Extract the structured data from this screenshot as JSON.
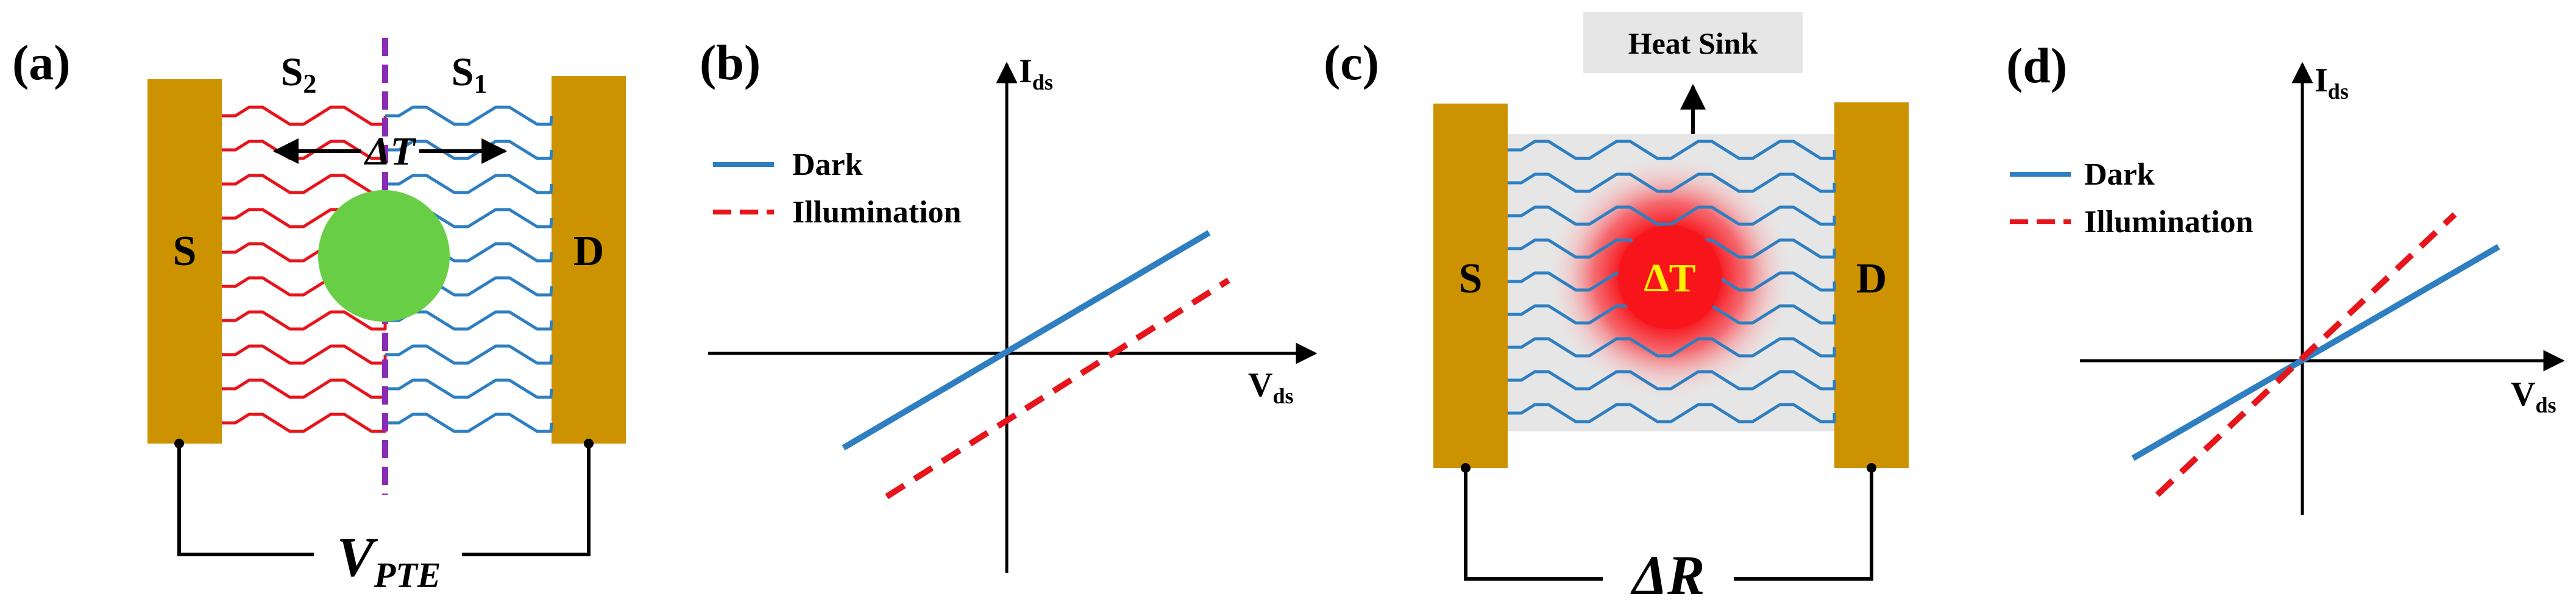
{
  "panels": {
    "a": {
      "label": "(a)",
      "source": "S",
      "drain": "D",
      "region_left": "S",
      "region_left_sub": "2",
      "region_right": "S",
      "region_right_sub": "1",
      "delta_t": "ΔT",
      "voltage": "V",
      "voltage_sub": "PTE",
      "colors": {
        "electrode": "#CC9200",
        "left_chains": "#E8141B",
        "right_chains": "#2E7FC1",
        "spot": "#67CE45",
        "divider": "#8A2BB5"
      }
    },
    "b": {
      "label": "(b)",
      "y_axis": "I",
      "y_axis_sub": "ds",
      "x_axis": "V",
      "x_axis_sub": "ds",
      "legend": [
        "Dark",
        "Illumination"
      ],
      "colors": {
        "dark": "#2E7FC1",
        "illumination": "#E8141B"
      }
    },
    "c": {
      "label": "(c)",
      "heat_sink": "Heat Sink",
      "source": "S",
      "drain": "D",
      "delta_t": "ΔT",
      "delta_r": "ΔR",
      "colors": {
        "electrode": "#CC9200",
        "chains": "#2E7FC1",
        "hotspot": "#F7141B",
        "hotspot_text": "#FFF200",
        "sink": "#E6E6E6"
      }
    },
    "d": {
      "label": "(d)",
      "y_axis": "I",
      "y_axis_sub": "ds",
      "x_axis": "V",
      "x_axis_sub": "ds",
      "legend": [
        "Dark",
        "Illumination"
      ],
      "colors": {
        "dark": "#2E7FC1",
        "illumination": "#E8141B"
      }
    }
  }
}
